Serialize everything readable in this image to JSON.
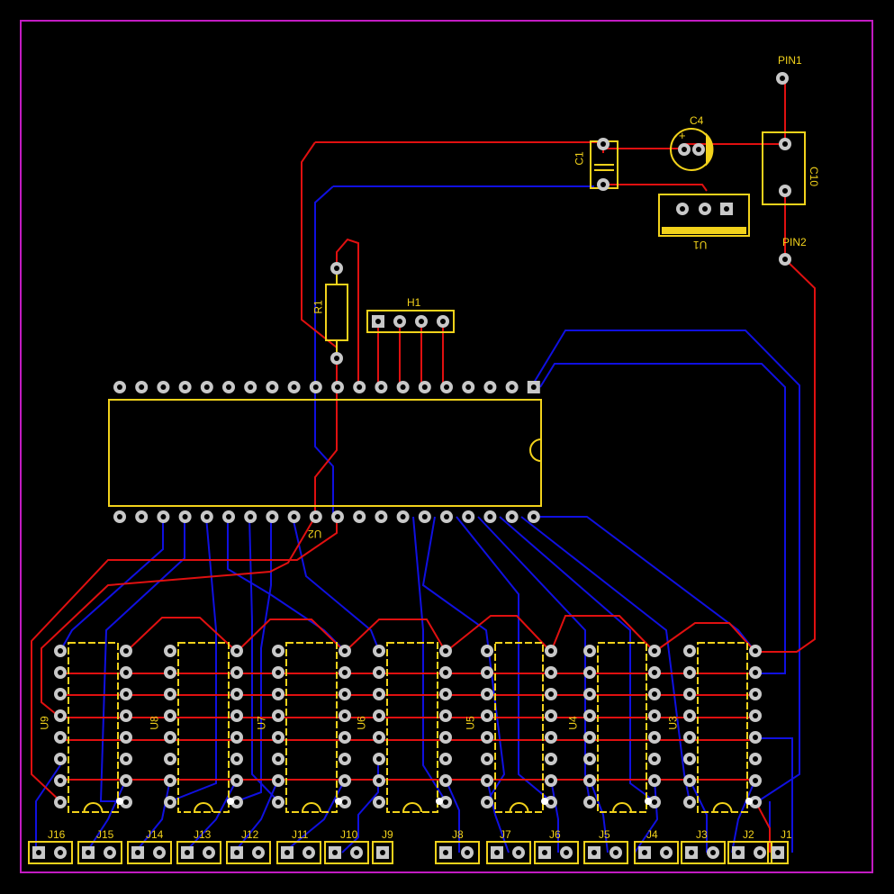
{
  "board": {
    "outline_color": "#c21bc2",
    "silk_color": "#f2d21b",
    "top_copper": "#e01010",
    "bottom_copper": "#1010e0",
    "pad_color": "#c8c8c8"
  },
  "labels": {
    "pin1": "PIN1",
    "pin2": "PIN2",
    "c4": "C4",
    "c1": "C1",
    "c10": "C10",
    "u1": "U1",
    "r1": "R1",
    "h1": "H1",
    "u2": "U2",
    "u3": "U3",
    "u4": "U4",
    "u5": "U5",
    "u6": "U6",
    "u7": "U7",
    "u8": "U8",
    "u9": "U9",
    "j1": "J1",
    "j2": "J2",
    "j3": "J3",
    "j4": "J4",
    "j5": "J5",
    "j6": "J6",
    "j7": "J7",
    "j8": "J8",
    "j9": "J9",
    "j10": "J10",
    "j11": "J11",
    "j12": "J12",
    "j13": "J13",
    "j14": "J14",
    "j15": "J15",
    "j16": "J16",
    "c4_plus": "+"
  }
}
